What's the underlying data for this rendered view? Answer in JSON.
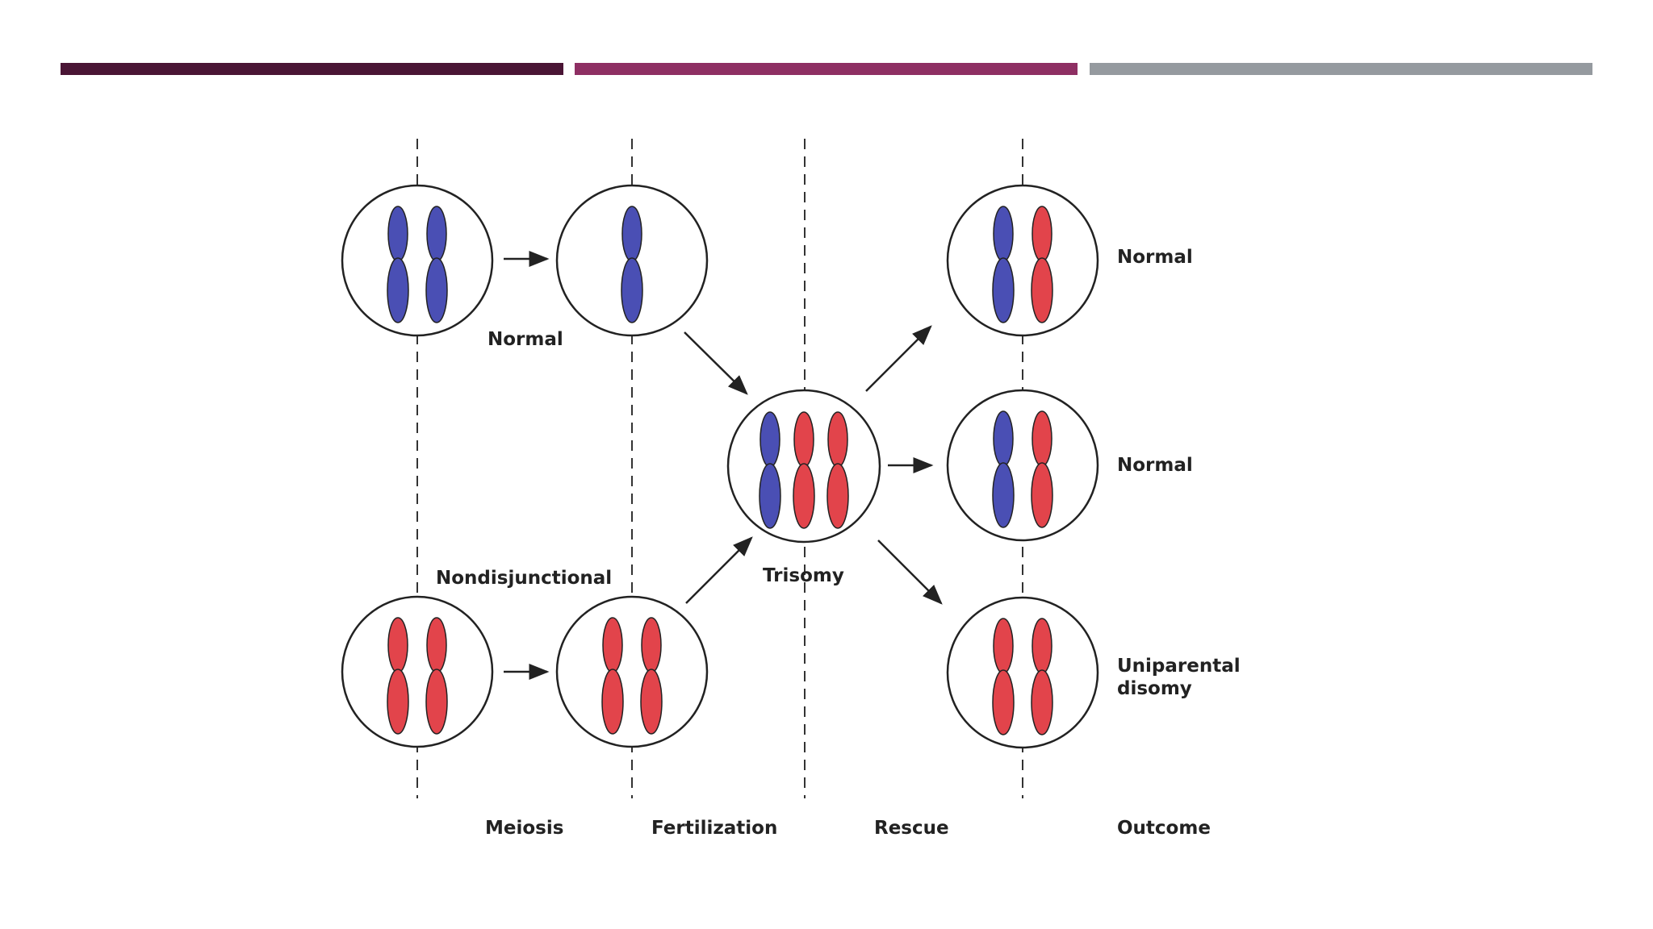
{
  "header_bars": [
    {
      "color": "#4a1535"
    },
    {
      "color": "#8e2f63"
    },
    {
      "color": "#959a9f"
    }
  ],
  "colors": {
    "maternal_chromosome": "#4a4fb4",
    "paternal_chromosome": "#e2444b",
    "outline": "#222222"
  },
  "labels": {
    "normal_meiosis": "Normal",
    "nondisjunctional": "Nondisjunctional",
    "trisomy": "Trisomy",
    "outcome_1": "Normal",
    "outcome_2": "Normal",
    "outcome_3_line1": "Uniparental",
    "outcome_3_line2": "disomy"
  },
  "stages": {
    "meiosis": "Meiosis",
    "fertilization": "Fertilization",
    "rescue": "Rescue",
    "outcome": "Outcome"
  }
}
